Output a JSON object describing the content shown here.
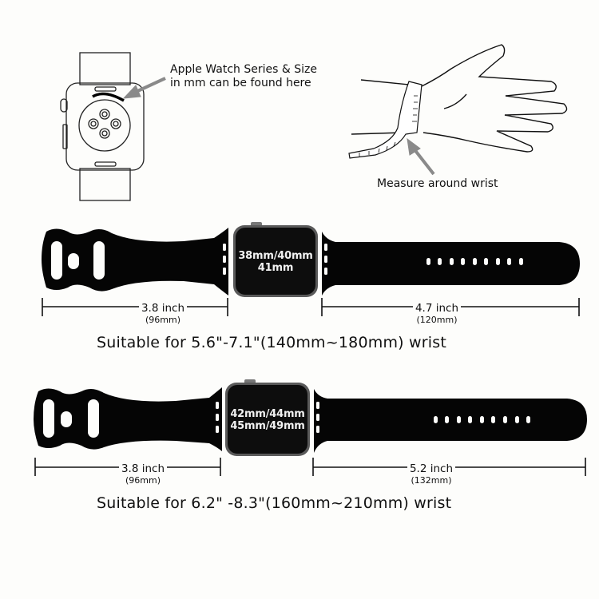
{
  "top_left": {
    "callout_line1": "Apple Watch Series & Size",
    "callout_line2": "in mm can be found here",
    "illustration": "watch-back-icon"
  },
  "top_right": {
    "caption": "Measure around wrist",
    "illustration": "hand-wrist-tape-icon"
  },
  "bands": [
    {
      "watch_size_line1": "38mm/40mm",
      "watch_size_line2": "41mm",
      "left_length": "3.8 inch",
      "left_length_mm": "(96mm)",
      "right_length": "4.7 inch",
      "right_length_mm": "(120mm)",
      "suitable": "Suitable for 5.6\"-7.1\"(140mm~180mm) wrist",
      "holes": 9
    },
    {
      "watch_size_line1": "42mm/44mm",
      "watch_size_line2": "45mm/49mm",
      "left_length": "3.8 inch",
      "left_length_mm": "(96mm)",
      "right_length": "5.2 inch",
      "right_length_mm": "(132mm)",
      "suitable": "Suitable for 6.2\" -8.3\"(160mm~210mm) wrist",
      "holes": 9
    }
  ],
  "colors": {
    "band": "#050505",
    "background": "#fdfdfb",
    "arrow": "#8a8a8a"
  }
}
